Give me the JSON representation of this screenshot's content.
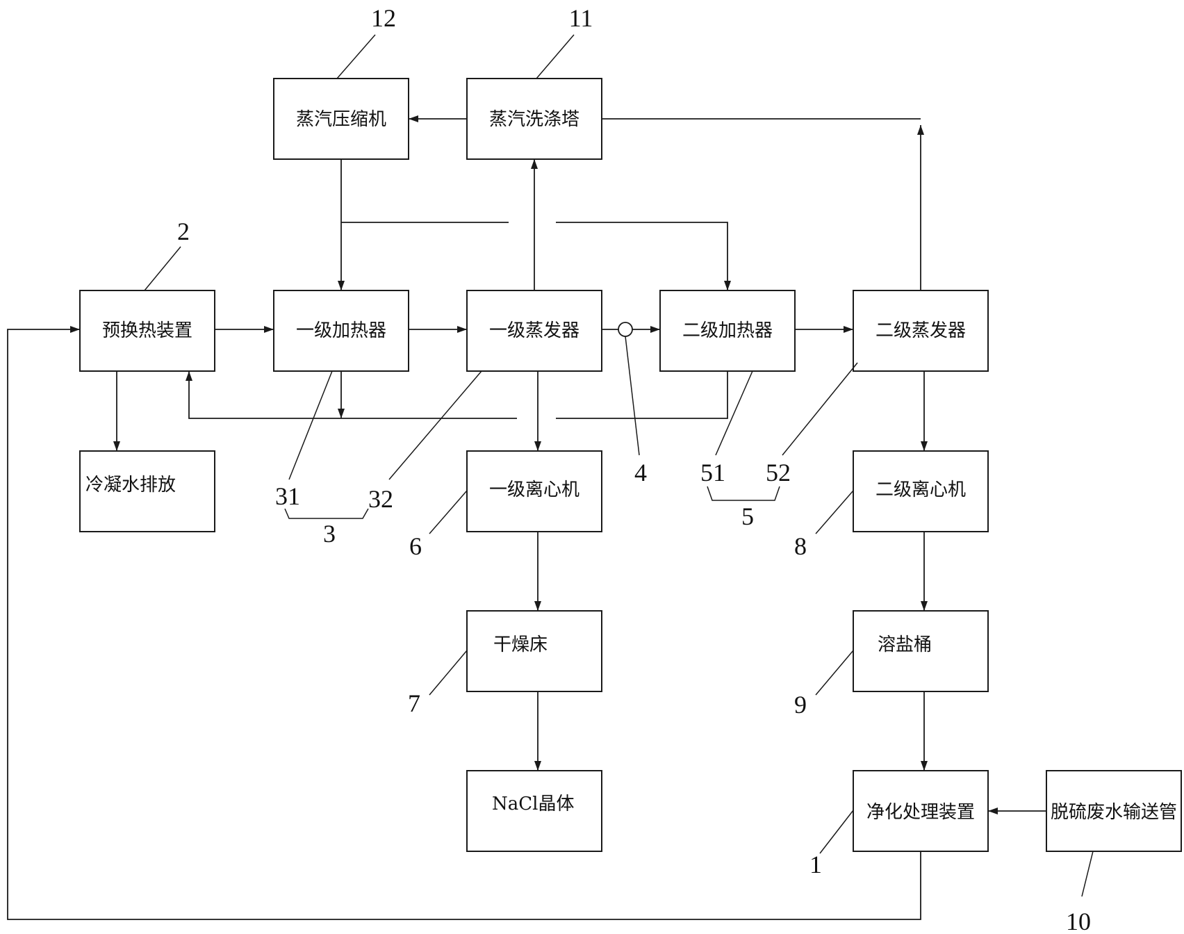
{
  "boxes": {
    "steam_compressor": "蒸汽压缩机",
    "steam_scrubber": "蒸汽洗涤塔",
    "preheat_device": "预换热装置",
    "stage1_heater": "一级加热器",
    "stage1_evaporator": "一级蒸发器",
    "stage2_heater": "二级加热器",
    "stage2_evaporator": "二级蒸发器",
    "condensate_discharge": "冷凝水排放",
    "stage1_centrifuge": "一级离心机",
    "stage2_centrifuge": "二级离心机",
    "drying_bed": "干燥床",
    "salt_dissolving_tank": "溶盐桶",
    "nacl_crystal": "NaCl晶体",
    "purification_device": "净化处理装置",
    "desulfurization_pipe": "脱硫废水输送管"
  },
  "labels": {
    "n1": "1",
    "n2": "2",
    "n3": "3",
    "n4": "4",
    "n5": "5",
    "n6": "6",
    "n7": "7",
    "n8": "8",
    "n9": "9",
    "n10": "10",
    "n11": "11",
    "n12": "12",
    "n31": "31",
    "n32": "32",
    "n51": "51",
    "n52": "52"
  }
}
